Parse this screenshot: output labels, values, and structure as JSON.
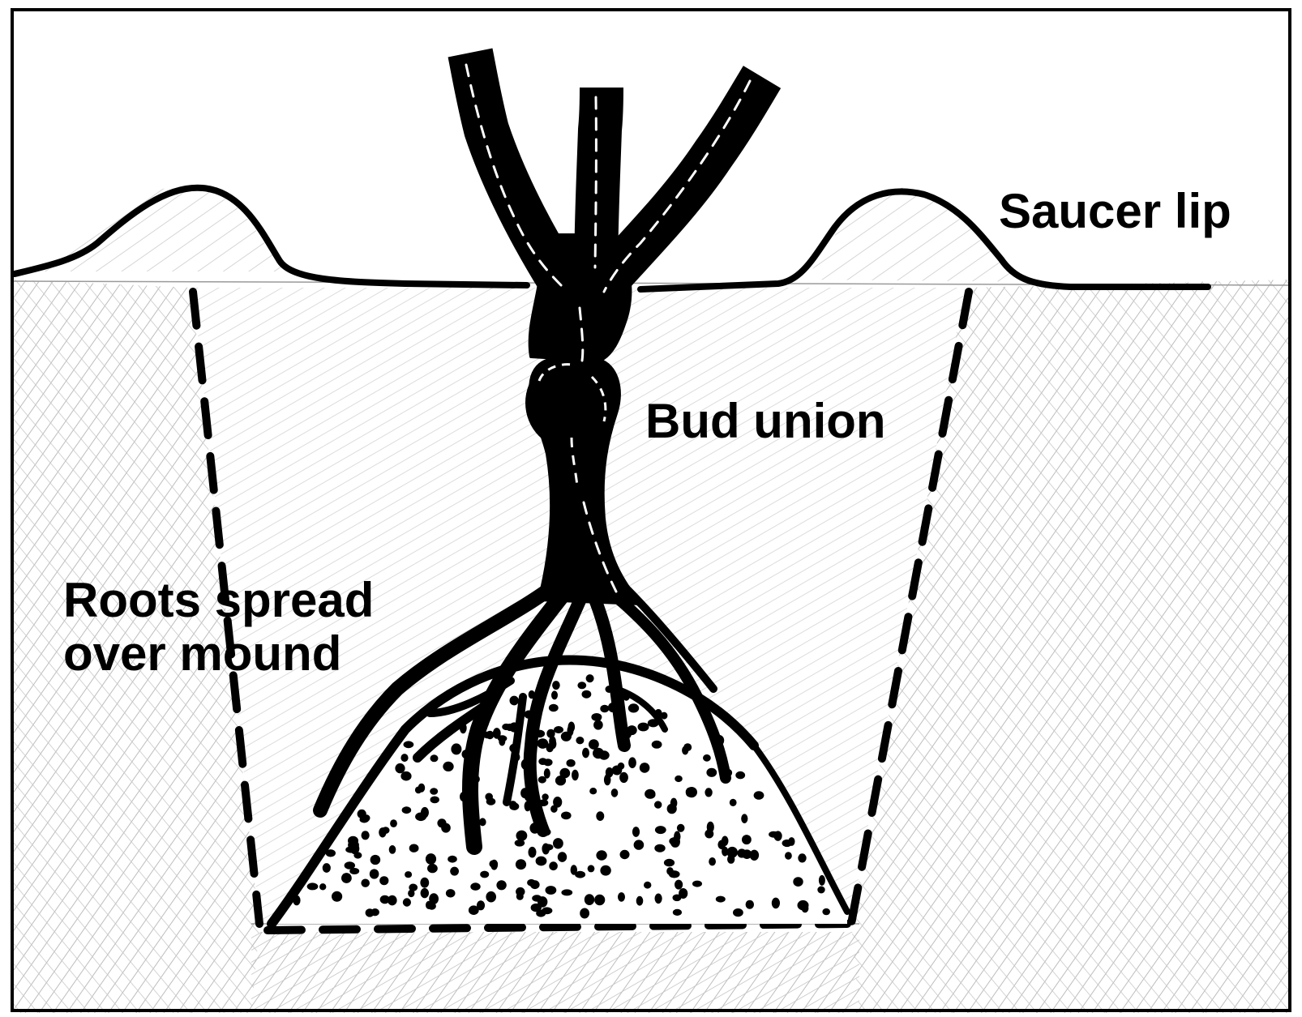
{
  "diagram": {
    "labels": {
      "saucer_lip": "Saucer lip",
      "bud_union": "Bud union",
      "roots_line1": "Roots spread",
      "roots_line2": "over mound"
    },
    "colors": {
      "ink": "#000000",
      "pencil_hatch": "#b8b8b8",
      "paper": "#ffffff",
      "frame": "#000000"
    }
  }
}
